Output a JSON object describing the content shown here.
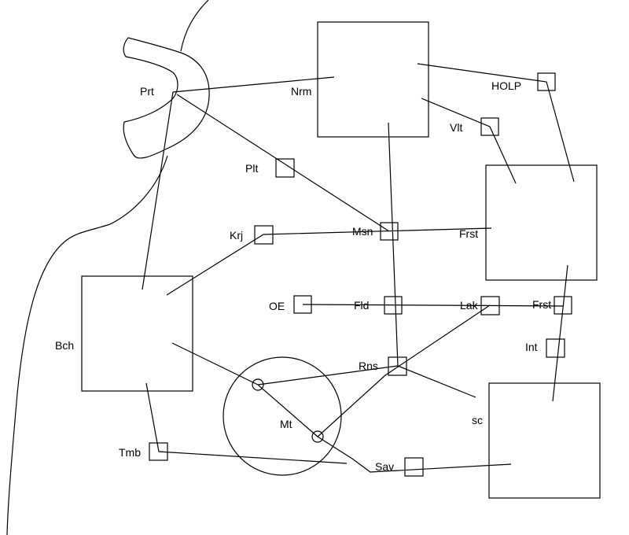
{
  "boxes": {
    "nrm": "Nrm",
    "frst_box": "Frst",
    "bch": "Bch",
    "sc": "sc"
  },
  "small_labels": {
    "prt": "Prt",
    "holp": "HOLP",
    "vlt": "Vlt",
    "plt": "Plt",
    "krj": "Krj",
    "msn": "Msn",
    "oe": "OE",
    "fld": "Fld",
    "lak": "Lak",
    "frst_small": "Frst",
    "int": "Int",
    "rns": "Rns",
    "mt": "Mt",
    "tmb": "Tmb",
    "sav": "Sav"
  }
}
